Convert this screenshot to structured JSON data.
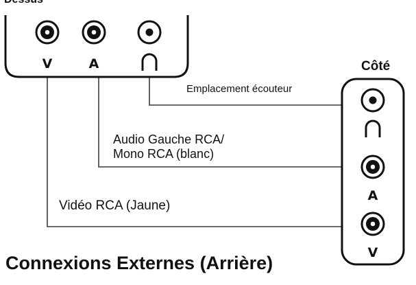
{
  "cut_label": "Dessus",
  "side_panel": {
    "label": "Côté"
  },
  "jacks": {
    "video_letter": "V",
    "audio_letter": "A"
  },
  "connections": {
    "earphone_label": "Emplacement écouteur",
    "audio_label_line1": "Audio Gauche RCA/",
    "audio_label_line2": "Mono RCA (blanc)",
    "video_label": "Vidéo RCA (Jaune)"
  },
  "title": "Connexions Externes (Arrière)",
  "colors": {
    "ink": "#111111",
    "line": "#3a3a3a",
    "background": "#ffffff"
  }
}
